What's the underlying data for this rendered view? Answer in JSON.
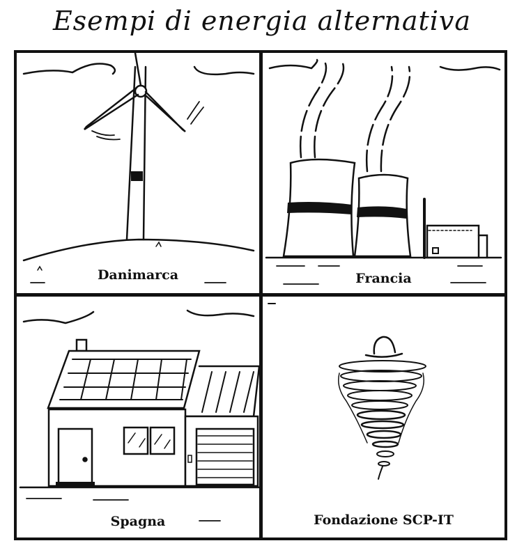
{
  "title": "Esempi di energia alternativa",
  "panels": [
    {
      "caption": "Danimarca",
      "icon": "wind-turbine-icon"
    },
    {
      "caption": "Francia",
      "icon": "nuclear-cooling-towers-icon"
    },
    {
      "caption": "Spagna",
      "icon": "solar-house-icon"
    },
    {
      "caption": "Fondazione SCP-IT",
      "icon": "tornado-with-hat-icon"
    }
  ],
  "colors": {
    "ink": "#111111",
    "paper": "#ffffff"
  }
}
